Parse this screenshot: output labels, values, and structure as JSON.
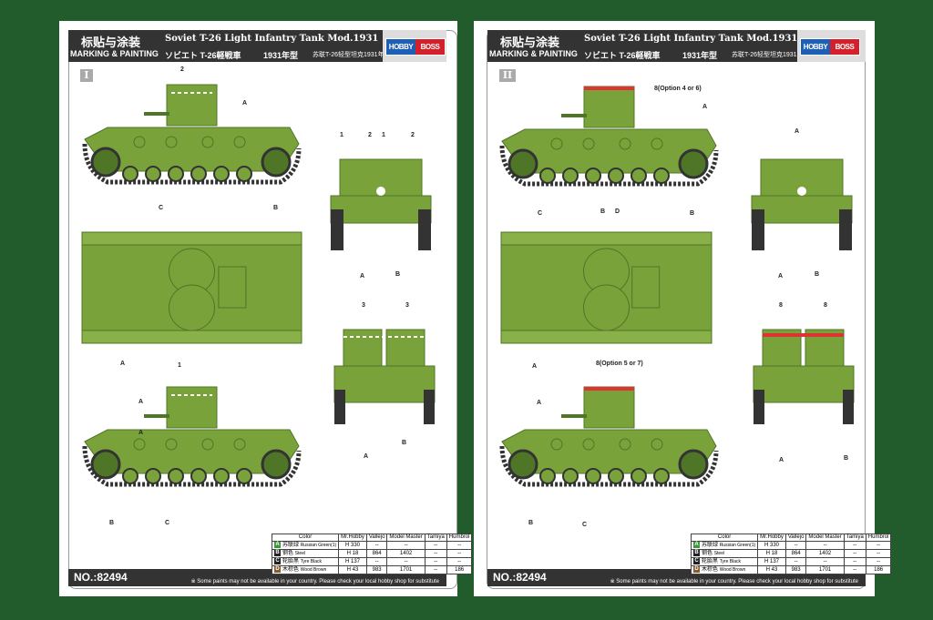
{
  "header": {
    "cn": "标贴与涂装",
    "en": "MARKING & PAINTING",
    "title": "Soviet T-26 Light Infantry Tank Mod.1931",
    "jp": "ソビエト T-26軽戦車",
    "year": "1931年型",
    "cn2": "苏联T-26轻型坦克1931年",
    "logo_left": "HOBBY",
    "logo_right": "BOSS"
  },
  "footer": {
    "number": "NO.:82494",
    "note": "※ Some paints may not be available in your country. Please check your local hobby shop for substitute"
  },
  "colors": {
    "background": "#225b2c",
    "tank_green": "#7aa23a",
    "header": "#333333"
  },
  "color_table": {
    "headers": [
      "Color",
      "Mr.Hobby",
      "Vallejo",
      "Model Master",
      "Tamiya",
      "Humbrol"
    ],
    "rows": [
      {
        "key": "A",
        "swatch": "#3a9a3a",
        "cn": "苏联绿",
        "en": "Russian Green(1)",
        "mrhobby": "H 330",
        "vallejo": "--",
        "mm": "--",
        "tamiya": "--",
        "humbrol": "--"
      },
      {
        "key": "B",
        "swatch": "#222222",
        "cn": "钢色",
        "en": "Steel",
        "mrhobby": "H 18",
        "vallejo": "864",
        "mm": "1402",
        "tamiya": "--",
        "humbrol": "--"
      },
      {
        "key": "C",
        "swatch": "#222222",
        "cn": "轮胎黑",
        "en": "Tyre Black",
        "mrhobby": "H 137",
        "vallejo": "--",
        "mm": "--",
        "tamiya": "--",
        "humbrol": "--"
      },
      {
        "key": "D",
        "swatch": "#8a5a2a",
        "cn": "木棕色",
        "en": "Wood Brown",
        "mrhobby": "H 43",
        "vallejo": "983",
        "mm": "1701",
        "tamiya": "--",
        "humbrol": "186"
      }
    ]
  },
  "pages": [
    {
      "roman": "I",
      "labels": [
        "2",
        "A",
        "C",
        "B",
        "1",
        "2",
        "1",
        "2",
        "A",
        "B",
        "A",
        "3",
        "3",
        "A",
        "B",
        "1",
        "A",
        "A",
        "B",
        "C"
      ]
    },
    {
      "roman": "II",
      "labels": [
        "8(Option 4 or 6)",
        "A",
        "C",
        "B",
        "D",
        "B",
        "A",
        "A",
        "B",
        "A",
        "8",
        "8",
        "A",
        "B",
        "8(Option 5 or 7)",
        "A",
        "B",
        "C"
      ]
    }
  ]
}
